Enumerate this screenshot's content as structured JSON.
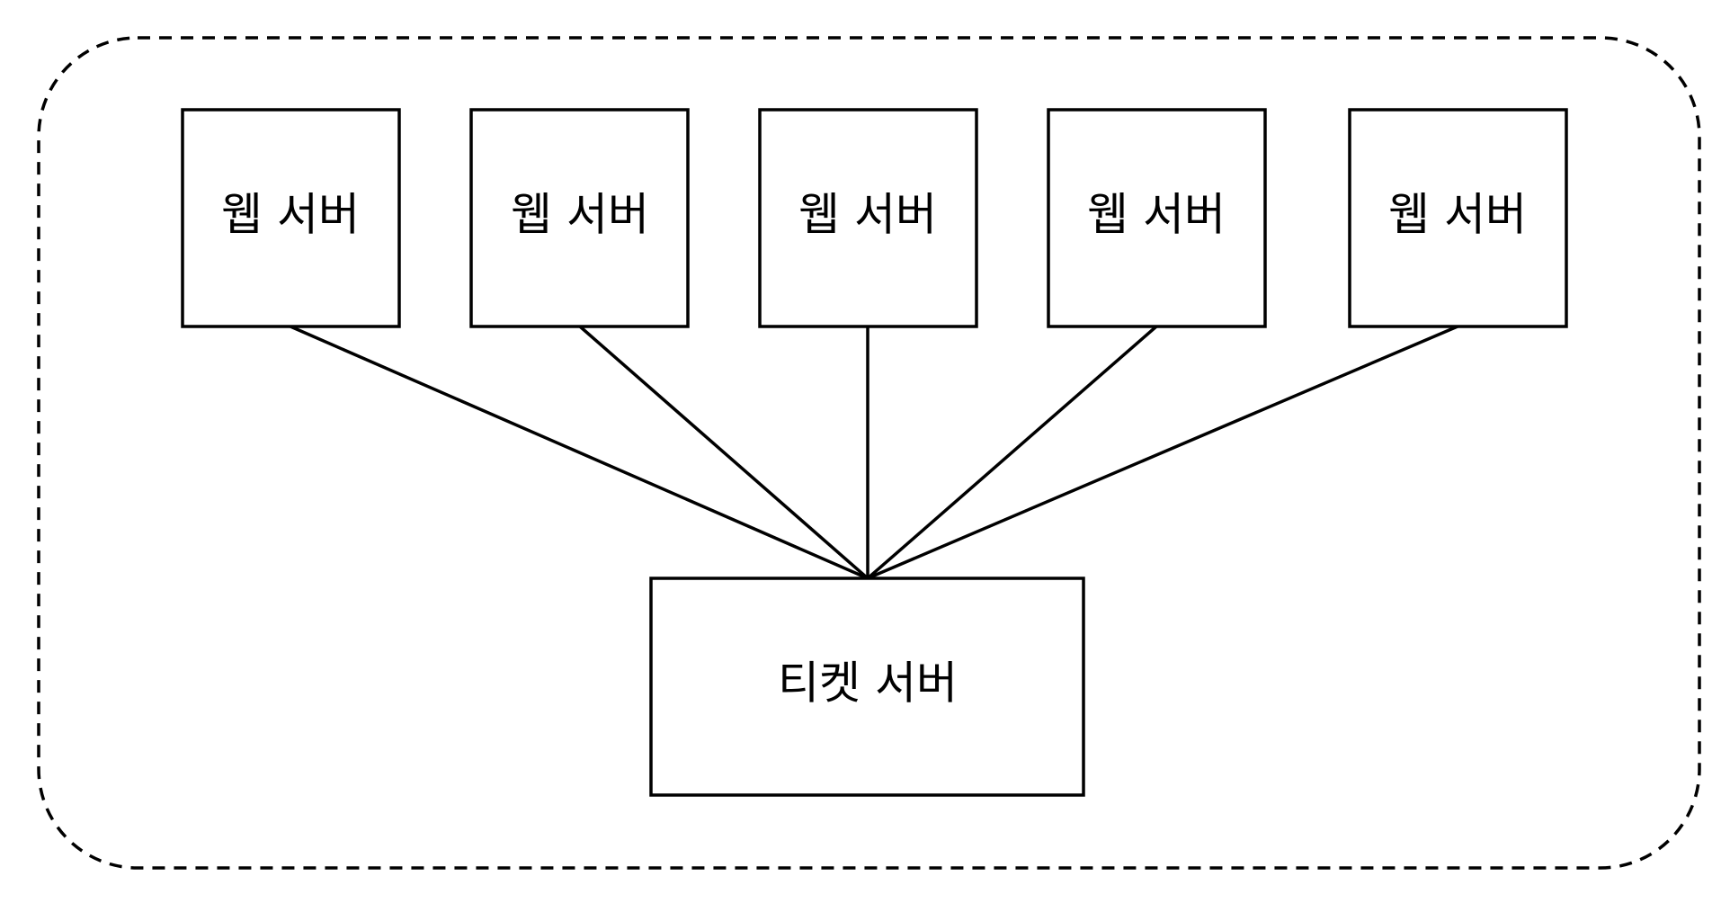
{
  "diagram": {
    "web_servers": [
      {
        "label": "웹 서버"
      },
      {
        "label": "웹 서버"
      },
      {
        "label": "웹 서버"
      },
      {
        "label": "웹 서버"
      },
      {
        "label": "웹 서버"
      }
    ],
    "ticket_server": {
      "label": "티켓 서버"
    },
    "colors": {
      "stroke": "#000000",
      "background": "#ffffff"
    }
  }
}
